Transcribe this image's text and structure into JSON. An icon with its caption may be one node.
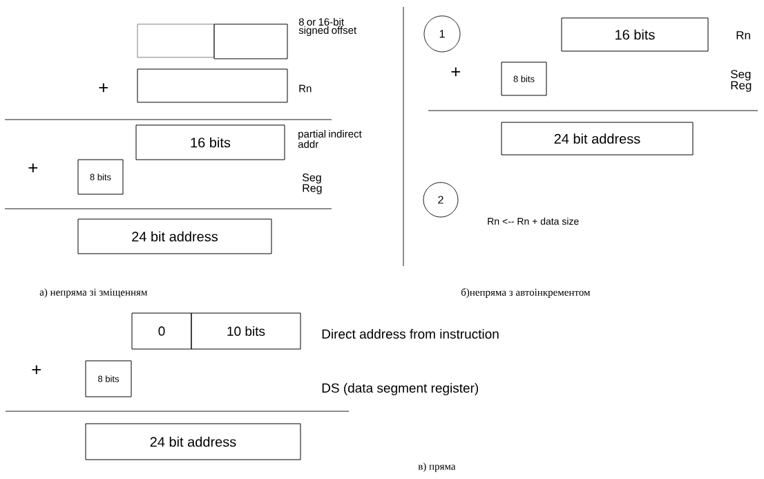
{
  "diagram": {
    "nodes": [
      {
        "text": [],
        "shape": "box"
      },
      {
        "text": [],
        "shape": "box"
      },
      {
        "text": [],
        "shape": "box"
      },
      {
        "text": [
          "16 bits"
        ]
      },
      {
        "text": [
          "8 bits"
        ]
      },
      {
        "text": [
          "24 bit address"
        ]
      },
      {
        "text": [
          "1"
        ]
      },
      {
        "text": [
          "16 bits"
        ]
      },
      {
        "text": [
          "8 bits"
        ]
      },
      {
        "text": [
          "24 bit address"
        ]
      },
      {
        "text": [
          "2"
        ]
      },
      {
        "text": [
          "0"
        ]
      },
      {
        "text": [
          "10 bits"
        ]
      },
      {
        "text": [
          "8 bits"
        ]
      },
      {
        "text": [
          "24 bit address"
        ]
      }
    ],
    "edges": [],
    "labels": [
      "8 or 16-bit signed offset",
      "+",
      "Rn",
      "partial indirect addr",
      "+",
      "Seg Reg",
      "Rn",
      "+",
      "Seg Reg",
      "Rn <-- Rn + data size",
      "а) непряма зі зміщенням",
      "б)непряма з автоінкрементом",
      "Direct address from instruction",
      "+",
      "DS (data segment register)",
      "в) пряма"
    ]
  }
}
